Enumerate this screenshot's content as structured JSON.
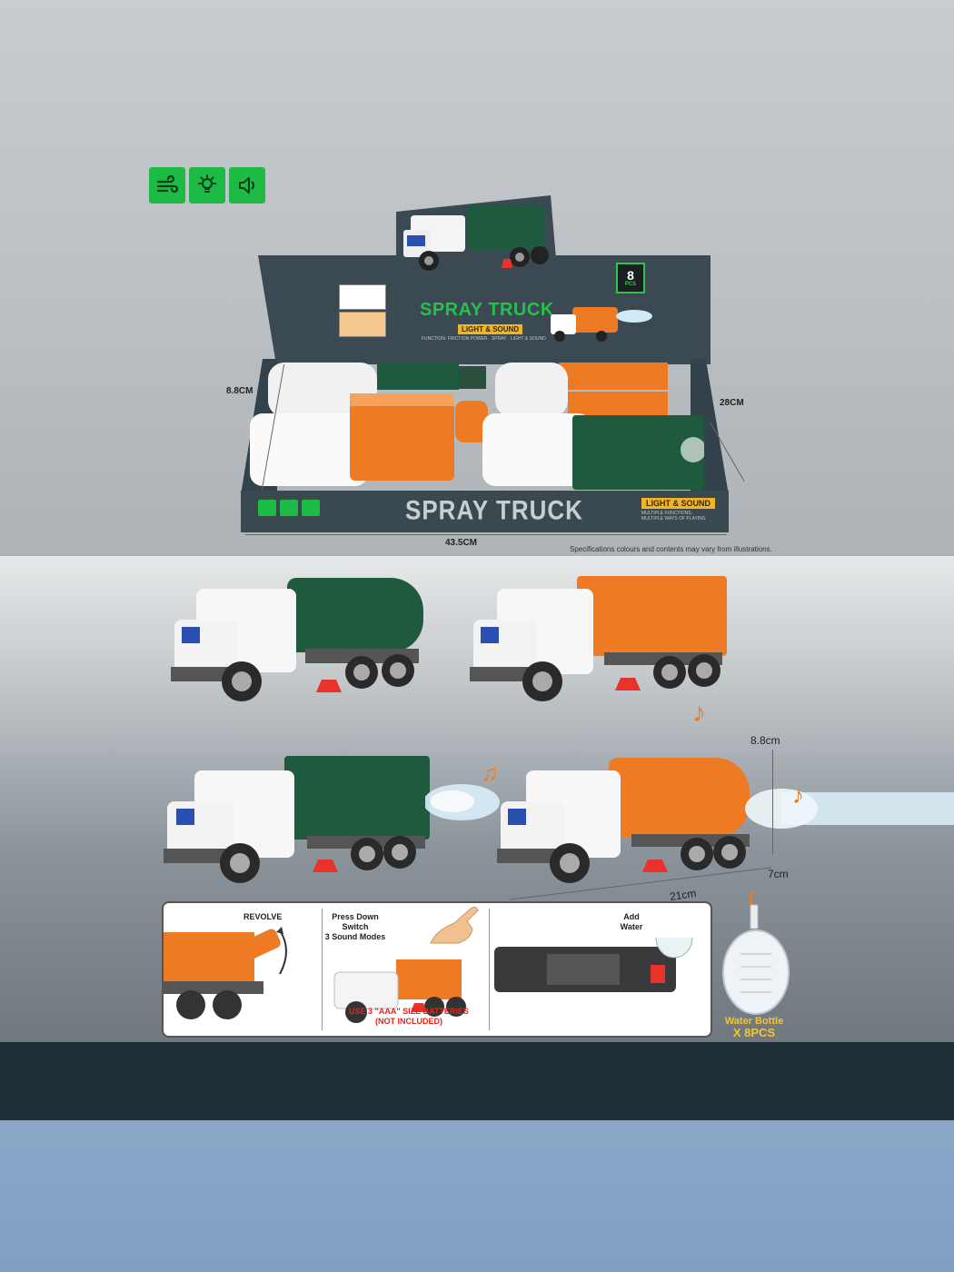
{
  "box": {
    "back_title": "SPRAY TRUCK",
    "back_subtitle": "LIGHT & SOUND",
    "back_function": "FUNCTION: FRICTION POWER · SPRAY · LIGHT & SOUND",
    "count": "8",
    "count_unit": "PCS",
    "front_title": "SPRAY TRUCK",
    "front_badge": "LIGHT & SOUND",
    "front_badge_sub": "MULTIPLE FUNCTIONS, MULTIPLE WAYS OF PLAYING"
  },
  "dimensions": {
    "box_height": "8.8CM",
    "box_depth": "28CM",
    "box_width": "43.5CM",
    "truck_height": "8.8cm",
    "truck_width": "7cm",
    "truck_length": "21cm"
  },
  "disclaimer": "Specifications colours and contents may vary from illustrations.",
  "instructions": {
    "revolve": "REVOLVE",
    "press": "Press Down\nSwitch\n3 Sound Modes",
    "add_water": "Add\nWater",
    "batteries": "USE 3 \"AAA\" SIZE BATTERIES\n(NOT INCLUDED)"
  },
  "water_bottle": {
    "label": "Water Bottle",
    "qty": "X 8PCS"
  },
  "colors": {
    "green": "#1f5a3f",
    "orange": "#ee7a23",
    "accent_green": "#1dba45",
    "box_dark": "#3a4950"
  },
  "icons": [
    "wind-icon",
    "light-bulb-icon",
    "speaker-icon"
  ]
}
